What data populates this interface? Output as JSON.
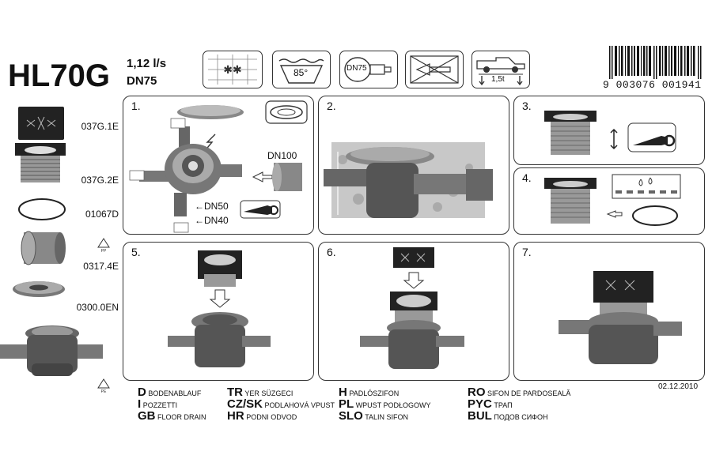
{
  "product_code": "HL70G",
  "specs": {
    "flow": "1,12 l/s",
    "dn": "DN75"
  },
  "symbols": {
    "temperature": "85°",
    "dn": "DN75",
    "load": "1,5t"
  },
  "barcode_number": "9 003076 001941",
  "parts": [
    {
      "code": "037G.1E"
    },
    {
      "code": "037G.2E"
    },
    {
      "code": "01067D"
    },
    {
      "code": "0317.4E"
    },
    {
      "code": "0300.0EN"
    }
  ],
  "steps": {
    "s1": {
      "num": "1.",
      "dn100": "DN100",
      "dn50": "←DN50",
      "dn40": "←DN40"
    },
    "s2": {
      "num": "2."
    },
    "s3": {
      "num": "3."
    },
    "s4": {
      "num": "4."
    },
    "s5": {
      "num": "5."
    },
    "s6": {
      "num": "6."
    },
    "s7": {
      "num": "7."
    }
  },
  "recycle": {
    "pp": "PP",
    "pe": "PE"
  },
  "languages": [
    {
      "code": "D",
      "text": "BODENABLAUF"
    },
    {
      "code": "I",
      "text": "POZZETTI"
    },
    {
      "code": "GB",
      "text": "FLOOR DRAIN"
    },
    {
      "code": "TR",
      "text": "YER SÜZGECI"
    },
    {
      "code": "CZ/SK",
      "text": "PODLAHOVÁ VPUST"
    },
    {
      "code": "HR",
      "text": "PODNI ODVOD"
    },
    {
      "code": "H",
      "text": "PADLÓSZIFON"
    },
    {
      "code": "PL",
      "text": "WPUST PODŁOGOWY"
    },
    {
      "code": "SLO",
      "text": "TALIN SIFON"
    },
    {
      "code": "RO",
      "text": "SIFON DE PARDOSEALĂ"
    },
    {
      "code": "PYC",
      "text": "ТРАП"
    },
    {
      "code": "BUL",
      "text": "ПОДОВ СИФОН"
    }
  ],
  "date": "02.12.2010"
}
